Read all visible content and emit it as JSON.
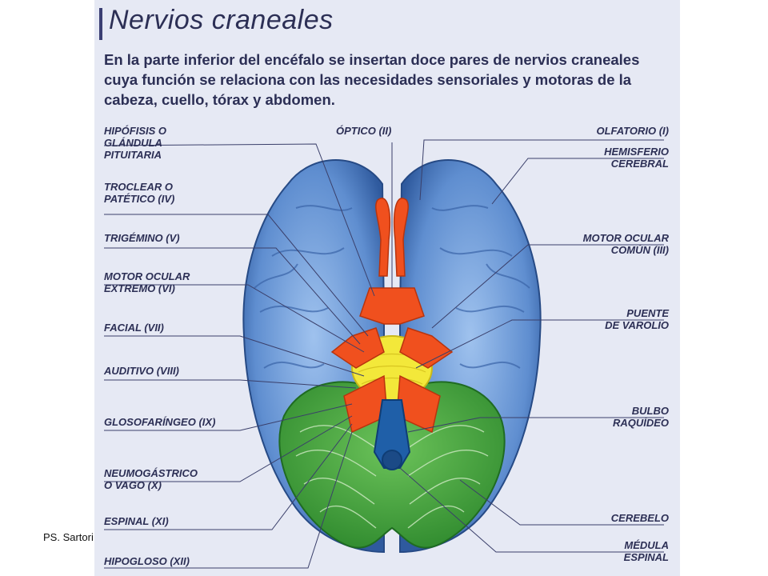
{
  "title": "Nervios craneales",
  "intro": "En la parte inferior del encéfalo se insertan doce pares de nervios craneales cuya función se relaciona con las necesidades sensoriales y motoras de la cabeza, cuello, tórax y abdomen.",
  "labels": {
    "hipofisis": "HIPÓFISIS O\nGLÁNDULA\nPITUITARIA",
    "troclear": "TROCLEAR O\nPATÉTICO (IV)",
    "trigemino": "TRIGÉMINO (V)",
    "motor_ext": "MOTOR OCULAR\nEXTREMO (VI)",
    "facial": "FACIAL (VII)",
    "auditivo": "AUDITIVO (VIII)",
    "glosofaringeo": "GLOSOFARÍNGEO (IX)",
    "neumogastrico": "NEUMOGÁSTRICO\nO VAGO (X)",
    "espinal": "ESPINAL (XI)",
    "hipogloso": "HIPOGLOSO (XII)",
    "optico": "ÓPTICO (II)",
    "olfatorio": "OLFATORIO (I)",
    "hemisferio": "HEMISFERIO\nCEREBRAL",
    "motor_comun": "MOTOR OCULAR\nCOMÚN (III)",
    "puente": "PUENTE\nDE VAROLIO",
    "bulbo": "BULBO\nRAQUÍDEO",
    "cerebelo": "CEREBELO",
    "medula": "MÉDULA\nESPINAL"
  },
  "credit": "PS. Sartori",
  "colors": {
    "hemisphere": "#5f8ed0",
    "nerves": "#f0501e",
    "pons": "#f3e83a",
    "cerebellum": "#3fa13a",
    "medulla": "#1f5fa8"
  }
}
